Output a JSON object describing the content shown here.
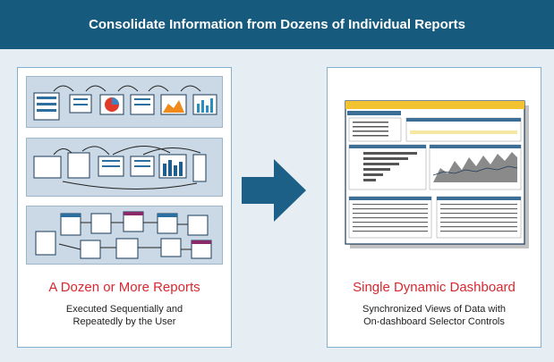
{
  "banner": {
    "title": "Consolidate Information from Dozens of Individual Reports"
  },
  "left_panel": {
    "title": "A Dozen or More Reports",
    "subtitle_line1": "Executed Sequentially and",
    "subtitle_line2": "Repeatedly by the User"
  },
  "right_panel": {
    "title": "Single Dynamic Dashboard",
    "subtitle_line1": "Synchronized Views of Data with",
    "subtitle_line2": "On-dashboard Selector Controls"
  },
  "colors": {
    "banner": "#165a7d",
    "accent_red": "#d7282f",
    "arrow": "#1c5f87",
    "dashboard_gold": "#f2c230"
  }
}
